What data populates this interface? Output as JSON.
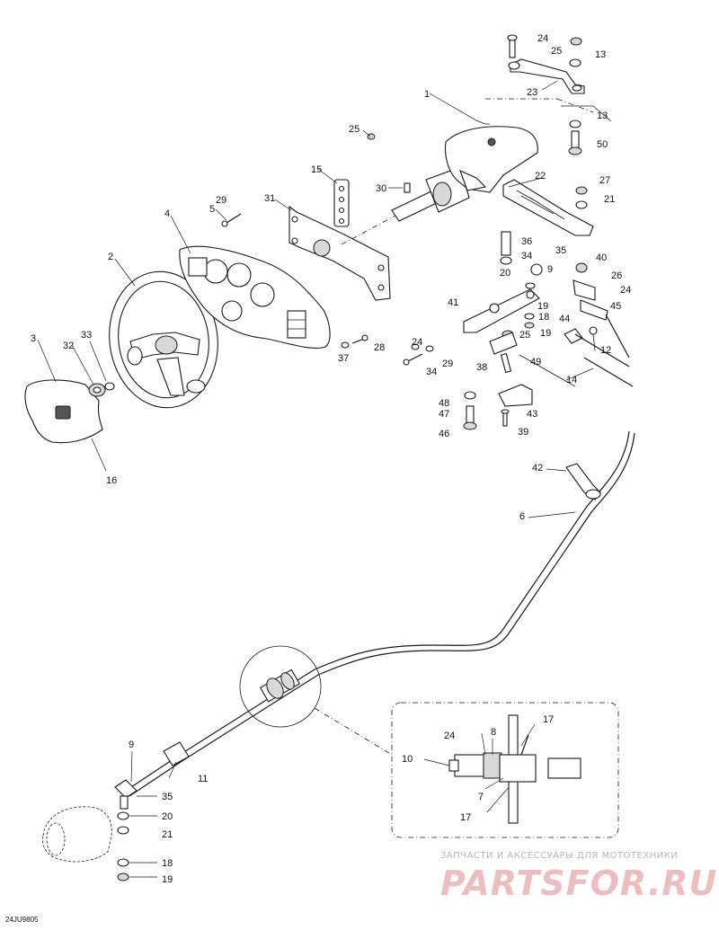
{
  "diagram": {
    "reference_code": "24JU9805",
    "watermark": {
      "tagline": "ЗАПЧАСТИ И АКСЕССУАРЫ ДЛЯ МОТОТЕХНИКИ",
      "brand": "PARTSFOR.RU"
    },
    "callouts": [
      {
        "id": "c1",
        "text": "1"
      },
      {
        "id": "c2",
        "text": "2"
      },
      {
        "id": "c3",
        "text": "3"
      },
      {
        "id": "c4",
        "text": "4"
      },
      {
        "id": "c5",
        "text": "5"
      },
      {
        "id": "c6",
        "text": "6"
      },
      {
        "id": "c7",
        "text": "7"
      },
      {
        "id": "c8",
        "text": "8"
      },
      {
        "id": "c9a",
        "text": "9"
      },
      {
        "id": "c9b",
        "text": "9"
      },
      {
        "id": "c10",
        "text": "10"
      },
      {
        "id": "c11",
        "text": "11"
      },
      {
        "id": "c12",
        "text": "12"
      },
      {
        "id": "c13a",
        "text": "13"
      },
      {
        "id": "c13b",
        "text": "13"
      },
      {
        "id": "c14",
        "text": "14"
      },
      {
        "id": "c15",
        "text": "15"
      },
      {
        "id": "c16",
        "text": "16"
      },
      {
        "id": "c17a",
        "text": "17"
      },
      {
        "id": "c17b",
        "text": "17"
      },
      {
        "id": "c18a",
        "text": "18"
      },
      {
        "id": "c18b",
        "text": "18"
      },
      {
        "id": "c19a",
        "text": "19"
      },
      {
        "id": "c19b",
        "text": "19"
      },
      {
        "id": "c19c",
        "text": "19"
      },
      {
        "id": "c20a",
        "text": "20"
      },
      {
        "id": "c20b",
        "text": "20"
      },
      {
        "id": "c21a",
        "text": "21"
      },
      {
        "id": "c21b",
        "text": "21"
      },
      {
        "id": "c22",
        "text": "22"
      },
      {
        "id": "c23",
        "text": "23"
      },
      {
        "id": "c24a",
        "text": "24"
      },
      {
        "id": "c24b",
        "text": "24"
      },
      {
        "id": "c24c",
        "text": "24"
      },
      {
        "id": "c24d",
        "text": "24"
      },
      {
        "id": "c25a",
        "text": "25"
      },
      {
        "id": "c25b",
        "text": "25"
      },
      {
        "id": "c25c",
        "text": "25"
      },
      {
        "id": "c26",
        "text": "26"
      },
      {
        "id": "c27",
        "text": "27"
      },
      {
        "id": "c28",
        "text": "28"
      },
      {
        "id": "c29a",
        "text": "29"
      },
      {
        "id": "c29b",
        "text": "29"
      },
      {
        "id": "c30",
        "text": "30"
      },
      {
        "id": "c31",
        "text": "31"
      },
      {
        "id": "c32",
        "text": "32"
      },
      {
        "id": "c33",
        "text": "33"
      },
      {
        "id": "c34a",
        "text": "34"
      },
      {
        "id": "c34b",
        "text": "34"
      },
      {
        "id": "c35a",
        "text": "35"
      },
      {
        "id": "c35b",
        "text": "35"
      },
      {
        "id": "c36",
        "text": "36"
      },
      {
        "id": "c37",
        "text": "37"
      },
      {
        "id": "c38",
        "text": "38"
      },
      {
        "id": "c39",
        "text": "39"
      },
      {
        "id": "c40",
        "text": "40"
      },
      {
        "id": "c41",
        "text": "41"
      },
      {
        "id": "c42",
        "text": "42"
      },
      {
        "id": "c43",
        "text": "43"
      },
      {
        "id": "c44",
        "text": "44"
      },
      {
        "id": "c45",
        "text": "45"
      },
      {
        "id": "c46",
        "text": "46"
      },
      {
        "id": "c47",
        "text": "47"
      },
      {
        "id": "c48",
        "text": "48"
      },
      {
        "id": "c49",
        "text": "49"
      },
      {
        "id": "c50",
        "text": "50"
      }
    ]
  }
}
